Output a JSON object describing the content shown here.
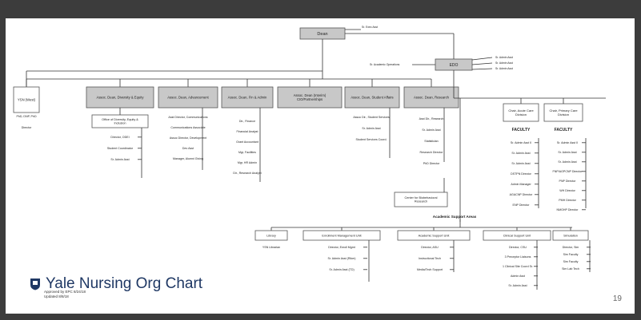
{
  "colors": {
    "frame": "#3c3c3c",
    "slide": "#ffffff",
    "box_gray": "#c8c8c8",
    "title_blue": "#1f3864"
  },
  "org": {
    "dean": "Dean",
    "edo": "EDO",
    "dean_asst": "Sr. Exec Asst",
    "sr_academic_operations": "Sr. Academic Operations",
    "edo_assistants": [
      "Sr. Admin Asst",
      "Sr. Admin Asst",
      "Sr. Admin Asst"
    ],
    "ysn_wes": "YSN (West)",
    "ysn_wes_staff": [
      "PhD, DNP, PhD",
      "Director"
    ],
    "diversity": "Assoc. Dean, Diversity & Equity",
    "diversity_office": "Office of Diversity, Equity & Inclusion",
    "diversity_staff": [
      "Director, ODEI",
      "Student Coordinator",
      "Sr. Admin Asst"
    ],
    "advancement": "Assoc. Dean, Advancement",
    "advancement_staff": [
      "Asst Director, Communications",
      "Communications Associate",
      "Assoc Director, Development",
      "Dev Asst",
      "Manager, Alumni Giving"
    ],
    "finance": "Assoc. Dean, Fin & Admin",
    "finance_staff": [
      "Dir., Finance",
      "Financial Analyst",
      "Grant Accountant",
      "Mgr, Facilities",
      "Mgr, HR Admin",
      "Dir., Research Analyst"
    ],
    "cio": "Assoc. Dean (Interim) CIO/Partnerships",
    "student_affairs": "Assoc. Dean, Student Affairs",
    "student_affairs_staff": [
      "Assoc Dir., Student Services",
      "Sr. Admin Asst",
      "Student Services Coord."
    ],
    "research": "Assoc. Dean, Research",
    "research_staff": [
      "Asst Dir., Research",
      "Sr. Admin Asst",
      "Statistician",
      "Research Director",
      "PhD Director"
    ],
    "biobehavioral": "Center for Biobehavioral Research",
    "acute_care": "Chair, Acute Care Division",
    "primary_care": "Chair, Primary Care Division",
    "faculty_label": "FACULTY",
    "acute_staff": [
      "Sr. Admin Asst II",
      "Sr. Admin Asst",
      "Sr. Admin Asst",
      "DSTPN Director",
      "Admin Manager",
      "AGACNP Director",
      "ENP Director"
    ],
    "primary_staff": [
      "Sr. Admin Asst II",
      "Sr. Admin Asst",
      "Sr. Admin Asst",
      "FNP/AGPCNP Director",
      "PNP Director",
      "WH Director",
      "PMH Director",
      "NMGHP Director"
    ],
    "support_title": "Academic Support Areas",
    "support_units": [
      "Library",
      "Enrollment Management Unit",
      "Academic Support Unit",
      "Clinical Support Unit",
      "Simulation"
    ],
    "library_staff": [
      "YSN Librarian"
    ],
    "enrollment_staff": [
      "Director, Enroll Mgmt",
      "Sr. Admin Asst (Riker)",
      "Sr. Admin Asst (TD)"
    ],
    "academic_staff": [
      "Director, ASU",
      "Instructional Tech",
      "Media/Tech Support"
    ],
    "clinical_staff": [
      "Director, CSU",
      "3 Preceptor Liaisons",
      "1 Clinical Site Coord Sr.",
      "Admin Asst",
      "Sr. Admin Asst"
    ],
    "simulation_staff": [
      "Director, Sim",
      "Sim Faculty",
      "Sim Faculty",
      "Sim Lab Tech"
    ]
  },
  "title": "Yale Nursing Org Chart",
  "approved_lines": [
    "Approved by EPC 8/24/18",
    "Updated 8/8/18"
  ],
  "page_number": "19"
}
